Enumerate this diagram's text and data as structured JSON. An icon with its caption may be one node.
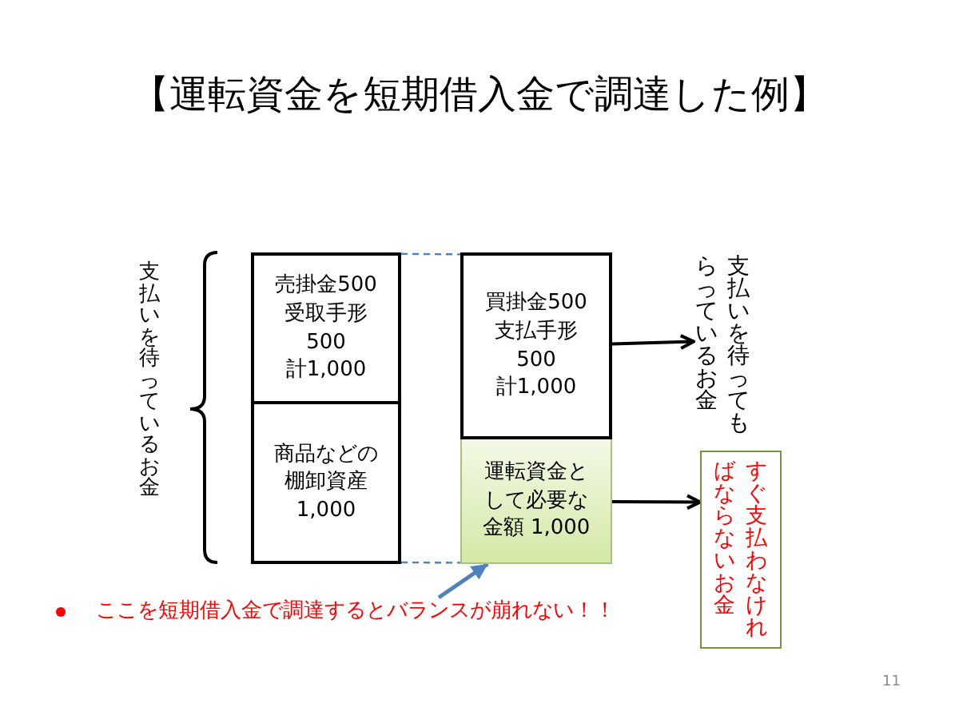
{
  "diagram": {
    "title": "【運転資金を短期借入金で調達した例】",
    "nodes": [
      {
        "text": [
          "売掛金500",
          "受取手形500",
          "計1,000"
        ]
      },
      {
        "text": [
          "商品などの棚卸資産",
          "1,000"
        ]
      },
      {
        "text": [
          "買掛金500",
          "支払手形500",
          "計1,000"
        ]
      },
      {
        "text": [
          "運転資金として必要な金額 1,000"
        ]
      },
      {
        "text": [
          "支払いを待ってもらっているお金"
        ]
      },
      {
        "text": [
          "すぐ支払わなければならないお金"
        ]
      },
      {
        "text": [
          "ここを短期借入金で調達するとバランスが崩れない！！"
        ]
      }
    ],
    "edges": [
      {
        "from": 0,
        "to": 2,
        "arrow": "none",
        "style": "dashed",
        "color": "#4f81bd"
      },
      {
        "from": 1,
        "to": 3,
        "arrow": "none",
        "style": "dashed",
        "color": "#4f81bd"
      },
      {
        "from": 2,
        "to": 4,
        "arrow": "to",
        "color": "#000000"
      },
      {
        "from": 3,
        "to": 5,
        "arrow": "to",
        "color": "#000000"
      },
      {
        "from": 6,
        "to": 3,
        "arrow": "to",
        "color": "#4f81bd"
      }
    ],
    "labels": [
      "支払いを待っているお金",
      "11"
    ]
  }
}
